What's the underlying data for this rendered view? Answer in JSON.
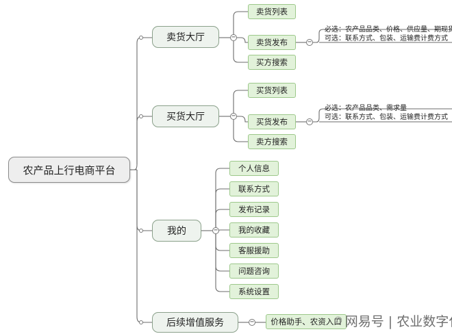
{
  "root": {
    "label": "农产品上行电商平台"
  },
  "branches": [
    {
      "label": "卖货大厅",
      "items": [
        {
          "label": "卖货列表"
        },
        {
          "label": "卖货发布",
          "notes": [
            "必选：农产品品类、价格、供应量、期现货",
            "可选：联系方式、包装、运输费计费方式"
          ]
        },
        {
          "label": "买方搜索"
        }
      ]
    },
    {
      "label": "买货大厅",
      "items": [
        {
          "label": "买货列表"
        },
        {
          "label": "买货发布",
          "notes": [
            "必选：农产品品类、需求量",
            "可选：联系方式、包装、运输费计费方式"
          ]
        },
        {
          "label": "卖方搜索"
        }
      ]
    },
    {
      "label": "我的",
      "items": [
        {
          "label": "个人信息"
        },
        {
          "label": "联系方式"
        },
        {
          "label": "发布记录"
        },
        {
          "label": "我的收藏"
        },
        {
          "label": "客服援助"
        },
        {
          "label": "问题咨询"
        },
        {
          "label": "系统设置"
        }
      ]
    },
    {
      "label": "后续增值服务",
      "items": [
        {
          "label": "价格助手、农资入口"
        }
      ]
    }
  ],
  "watermark": {
    "text": "网易号 | 农业数字化",
    "icon": "wechat-like-icon"
  },
  "colors": {
    "line": "#6b6b6b",
    "leaf_fill": "#e2f2da",
    "leaf_border": "#9cc88a",
    "branch_fill": "#eef3ee",
    "root_fill": "#eeeeee"
  }
}
